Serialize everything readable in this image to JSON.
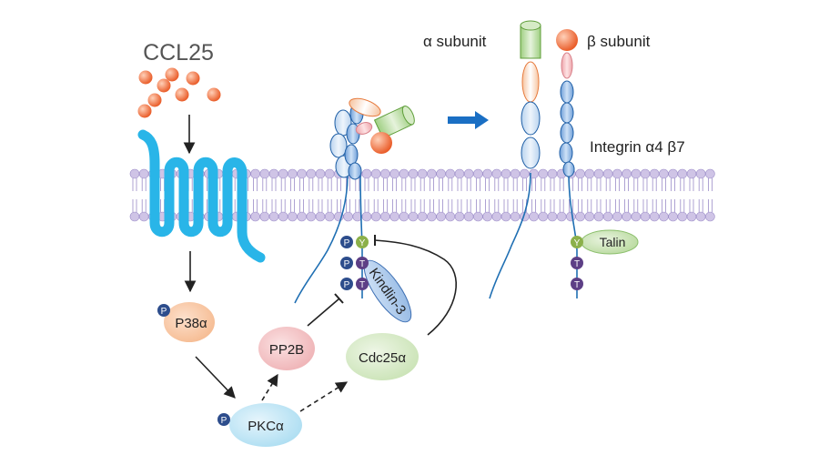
{
  "labels": {
    "ccl25": "CCL25",
    "alpha_subunit": "α subunit",
    "beta_subunit": "β subunit",
    "integrin": "Integrin α4 β7",
    "talin": "Talin",
    "kindlin": "Kindlin-3",
    "p38a": "P38α",
    "pp2b": "PP2B",
    "cdc25a": "Cdc25α",
    "pkca": "PKCα"
  },
  "residues": {
    "phospho": "P",
    "tyrosine": "Y",
    "threonine": "T"
  },
  "colors": {
    "membrane_head": "#cfc4e6",
    "membrane_stroke": "#9b8cc8",
    "receptor": "#29b5e8",
    "chemokine": "#f07a45",
    "alpha_green": "#b9dca0",
    "alpha_orange": "#f3a66b",
    "beta_blue": "#8bb6e6",
    "beta_pink": "#f2b1b5",
    "beta_head": "#ee6b3a",
    "phospho_blue": "#2d4d8c",
    "tyrosine_green": "#8bb04a",
    "threonine_purple": "#5d3f86",
    "arrow_blue": "#1a6fc4"
  }
}
